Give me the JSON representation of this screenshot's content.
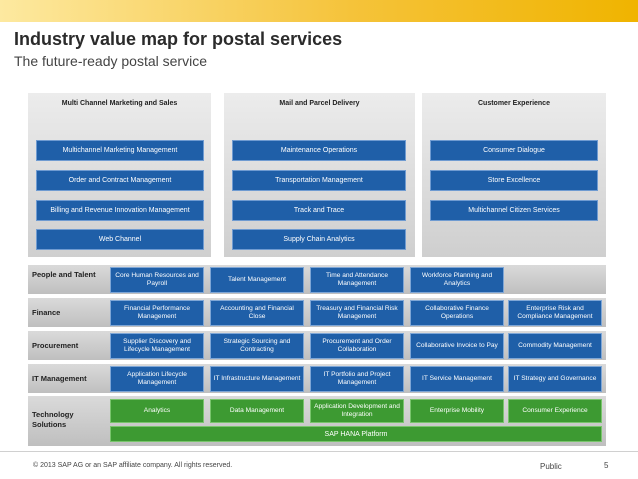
{
  "title": "Industry value map for postal services",
  "subtitle": "The future-ready postal service",
  "columns": [
    {
      "heading": "Multi Channel Marketing and Sales",
      "items": [
        "Multichannel Marketing Management",
        "Order and Contract Management",
        "Billing and Revenue Innovation Management",
        "Web Channel"
      ]
    },
    {
      "heading": "Mail and Parcel Delivery",
      "items": [
        "Maintenance Operations",
        "Transportation Management",
        "Track and Trace",
        "Supply Chain Analytics"
      ]
    },
    {
      "heading": "Customer Experience",
      "items": [
        "Consumer Dialogue",
        "Store Excellence",
        "Multichannel Citizen Services"
      ]
    }
  ],
  "rows": [
    {
      "label": "People and Talent",
      "cells": [
        "Core Human Resources and Payroll",
        "Talent Management",
        "Time and Attendance Management",
        "Workforce Planning and Analytics"
      ]
    },
    {
      "label": "Finance",
      "cells": [
        "Financial Performance Management",
        "Accounting and Financial Close",
        "Treasury and Financial Risk Management",
        "Collaborative Finance Operations",
        "Enterprise Risk and Compliance Management"
      ]
    },
    {
      "label": "Procurement",
      "cells": [
        "Supplier Discovery and Lifecycle Management",
        "Strategic Sourcing and Contracting",
        "Procurement and Order Collaboration",
        "Collaborative Invoice to Pay",
        "Commodity Management"
      ]
    },
    {
      "label": "IT Management",
      "cells": [
        "Application Lifecycle Management",
        "IT Infrastructure Management",
        "IT Portfolio and Project Management",
        "IT Service Management",
        "IT Strategy and Governance"
      ]
    },
    {
      "label": "Technology Solutions",
      "cells": [
        "Analytics",
        "Data Management",
        "Application Development and Integration",
        "Enterprise Mobility",
        "Consumer Experience"
      ]
    }
  ],
  "platform": "SAP HANA Platform",
  "footer": {
    "copyright": "© 2013 SAP AG or an SAP affiliate company. All rights reserved.",
    "classification": "Public",
    "page": "5"
  },
  "colors": {
    "accent": "#f0b400",
    "process_blue": "#1f5fa8",
    "solution_green": "#3d9a32"
  }
}
